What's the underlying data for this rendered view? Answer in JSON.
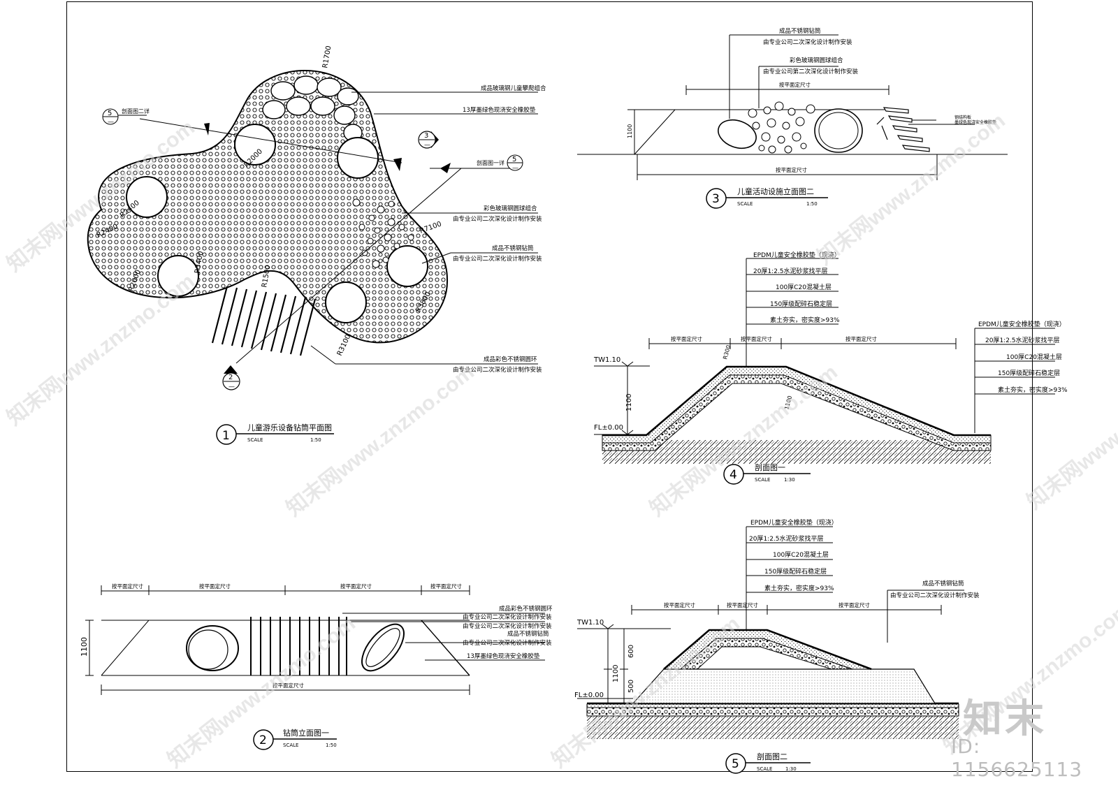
{
  "drawing": {
    "plan": {
      "number": "1",
      "title": "儿童游乐设备钻筒平面图",
      "scale_label": "SCALE",
      "scale": "1:50",
      "radius_labels": [
        "R1700",
        "R2000",
        "R2400",
        "R7100",
        "R2400",
        "R3400",
        "R2000",
        "R1500",
        "R3800",
        "R3100"
      ],
      "section_refs": [
        {
          "num": "5",
          "sheet": "—",
          "label": "剖面图二详"
        },
        {
          "num": "5",
          "sheet": "—",
          "label": "剖面图一详"
        },
        {
          "num": "3",
          "sheet": "—"
        },
        {
          "num": "2",
          "sheet": "—"
        }
      ],
      "notes": [
        [
          "成品玻璃钢儿童攀爬组合"
        ],
        [
          "13厚墨绿色现浇安全橡胶垫"
        ],
        [
          "彩色玻璃钢圆球组合",
          "由专业公司二次深化设计制作安装"
        ],
        [
          "成品不锈钢钻筒",
          "由专业公司二次深化设计制作安装"
        ],
        [
          "成品彩色不锈钢圆环",
          "由专业公司二次深化设计制作安装"
        ]
      ]
    },
    "elev1": {
      "number": "2",
      "title": "钻筒立面图一",
      "scale_label": "SCALE",
      "scale": "1:50",
      "dim_labels": [
        "按平面定尺寸",
        "按平面定尺寸",
        "按平面定尺寸",
        "按平面定尺寸"
      ],
      "total_label": "按平面定尺寸",
      "height": "1100",
      "notes": [
        "成品彩色不锈钢圆环",
        "由专业公司二次深化设计制作安装",
        "由专业公司二次深化设计制作安装",
        "成品不锈钢钻筒",
        "由专业公司二次深化设计制作安装",
        "13厚墨绿色现浇安全橡胶垫"
      ]
    },
    "elev2": {
      "number": "3",
      "title": "儿童活动设施立面图二",
      "scale_label": "SCALE",
      "scale": "1:50",
      "top_dim": "按平面定尺寸",
      "bottom_dim": "按平面定尺寸",
      "height": "1100",
      "notes_top": [
        [
          "成品不锈钢钻筒",
          "由专业公司二次深化设计制作安装"
        ],
        [
          "彩色玻璃钢圆球组合",
          "由专业公司第二次深化设计制作安装"
        ]
      ],
      "notes_right": [
        "钢结构板",
        "墨绿色现浇安全橡胶垫"
      ]
    },
    "section1": {
      "number": "4",
      "title": "剖面图一",
      "scale_label": "SCALE",
      "scale": "1:30",
      "tw": "TW1.10",
      "fl": "FL±0.00",
      "height": "1100",
      "radius": "R300",
      "slope_height": "1100",
      "dims": [
        "按平面定尺寸",
        "按平面定尺寸",
        "按平面定尺寸"
      ],
      "layers_top": [
        "EPDM儿童安全橡胶垫（现浇）",
        "20厚1:2.5水泥砂浆找平层",
        "100厚C20混凝土层",
        "150厚级配碎石稳定层",
        "素土夯实，密实度>93%"
      ],
      "layers_right": [
        "EPDM儿童安全橡胶垫（现浇）",
        "20厚1:2.5水泥砂浆找平层",
        "100厚C20混凝土层",
        "150厚级配碎石稳定层",
        "素土夯实，密实度>93%"
      ]
    },
    "section2": {
      "number": "5",
      "title": "剖面图二",
      "scale_label": "SCALE",
      "scale": "1:30",
      "tw": "TW1.10",
      "fl": "FL±0.00",
      "h_total": "1100",
      "h_upper": "600",
      "h_lower": "500",
      "dims": [
        "按平面定尺寸",
        "按平面定尺寸",
        "按平面定尺寸"
      ],
      "layers_top": [
        "EPDM儿童安全橡胶垫（现浇）",
        "20厚1:2.5水泥砂浆找平层",
        "100厚C20混凝土层",
        "150厚级配碎石稳定层",
        "素土夯实，密实度>93%"
      ],
      "notes_right": [
        "成品不锈钢钻筒",
        "由专业公司二次深化设计制作安装"
      ]
    }
  },
  "watermarks": {
    "site": "知末网www.znzmo.com",
    "brand": "知末",
    "id": "ID: 1156625113"
  }
}
